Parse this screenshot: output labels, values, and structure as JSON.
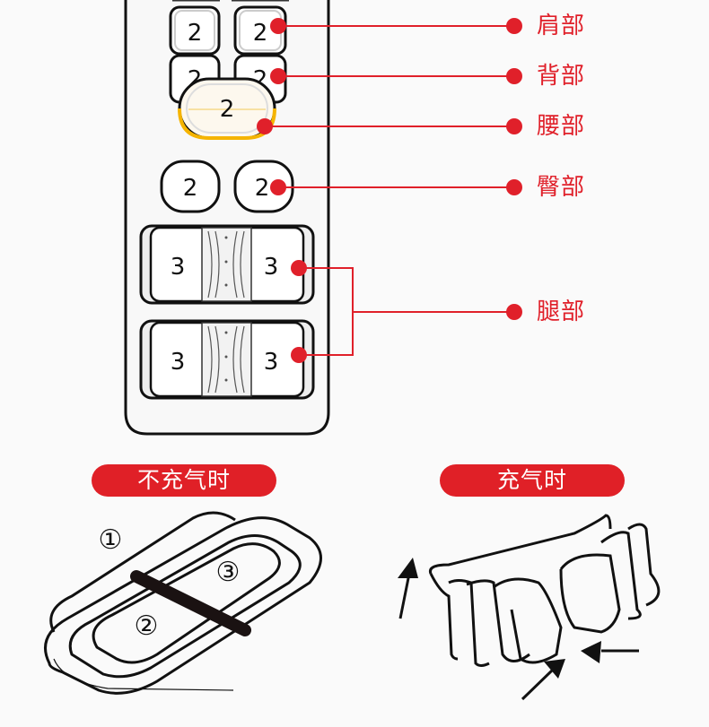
{
  "remote": {
    "keys": {
      "shoulder_left": "2",
      "shoulder_right": "2",
      "back_left": "2",
      "back_right": "2",
      "waist": "2",
      "hip_left": "2",
      "hip_right": "2",
      "leg_top_left": "3",
      "leg_top_right": "3",
      "leg_bottom_left": "3",
      "leg_bottom_right": "3"
    },
    "highlight_color": "#f5b400"
  },
  "callouts": {
    "shoulder": "肩部",
    "back": "背部",
    "waist": "腰部",
    "hip": "臀部",
    "leg": "腿部",
    "color": "#e0202a"
  },
  "states": {
    "deflated": {
      "label": "不充气时",
      "markers": [
        "①",
        "②",
        "③"
      ]
    },
    "inflated": {
      "label": "充气时"
    }
  }
}
